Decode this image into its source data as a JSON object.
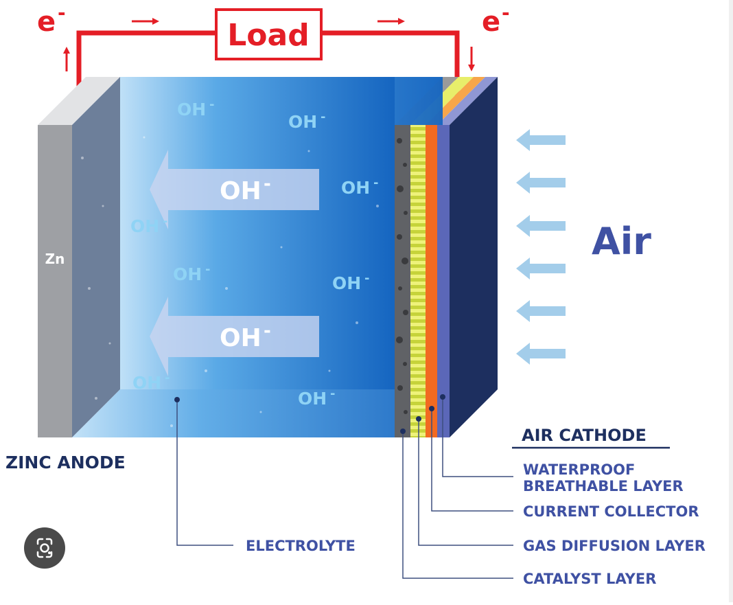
{
  "circuit": {
    "load_label": "Load",
    "electron_left": "e",
    "electron_right": "e",
    "electron_sign": "-"
  },
  "anode": {
    "metal_label": "Zn",
    "caption": "ZINC ANODE"
  },
  "electrolyte": {
    "ion_label": "OH",
    "ion_sign": "-",
    "caption": "ELECTROLYTE"
  },
  "air": {
    "label": "Air"
  },
  "cathode": {
    "title": "AIR CATHODE",
    "layers": [
      {
        "line1": "WATERPROOF",
        "line2": "BREATHABLE LAYER"
      },
      {
        "line1": "CURRENT COLLECTOR"
      },
      {
        "line1": "GAS DIFFUSION LAYER"
      },
      {
        "line1": "CATALYST LAYER"
      }
    ]
  },
  "colors": {
    "circuit_red": "#e41e26",
    "label_blue": "#3f51a3",
    "dark_navy": "#1d2f5f",
    "ion_light": "#8fd3f5",
    "orange_collector": "#f26a21",
    "yellow_gdl": "#d9e64a",
    "arrow_light": "#a3cdea"
  },
  "icons": {
    "lens": "google-lens-icon",
    "flow_arrow": "arrow-left-icon"
  }
}
